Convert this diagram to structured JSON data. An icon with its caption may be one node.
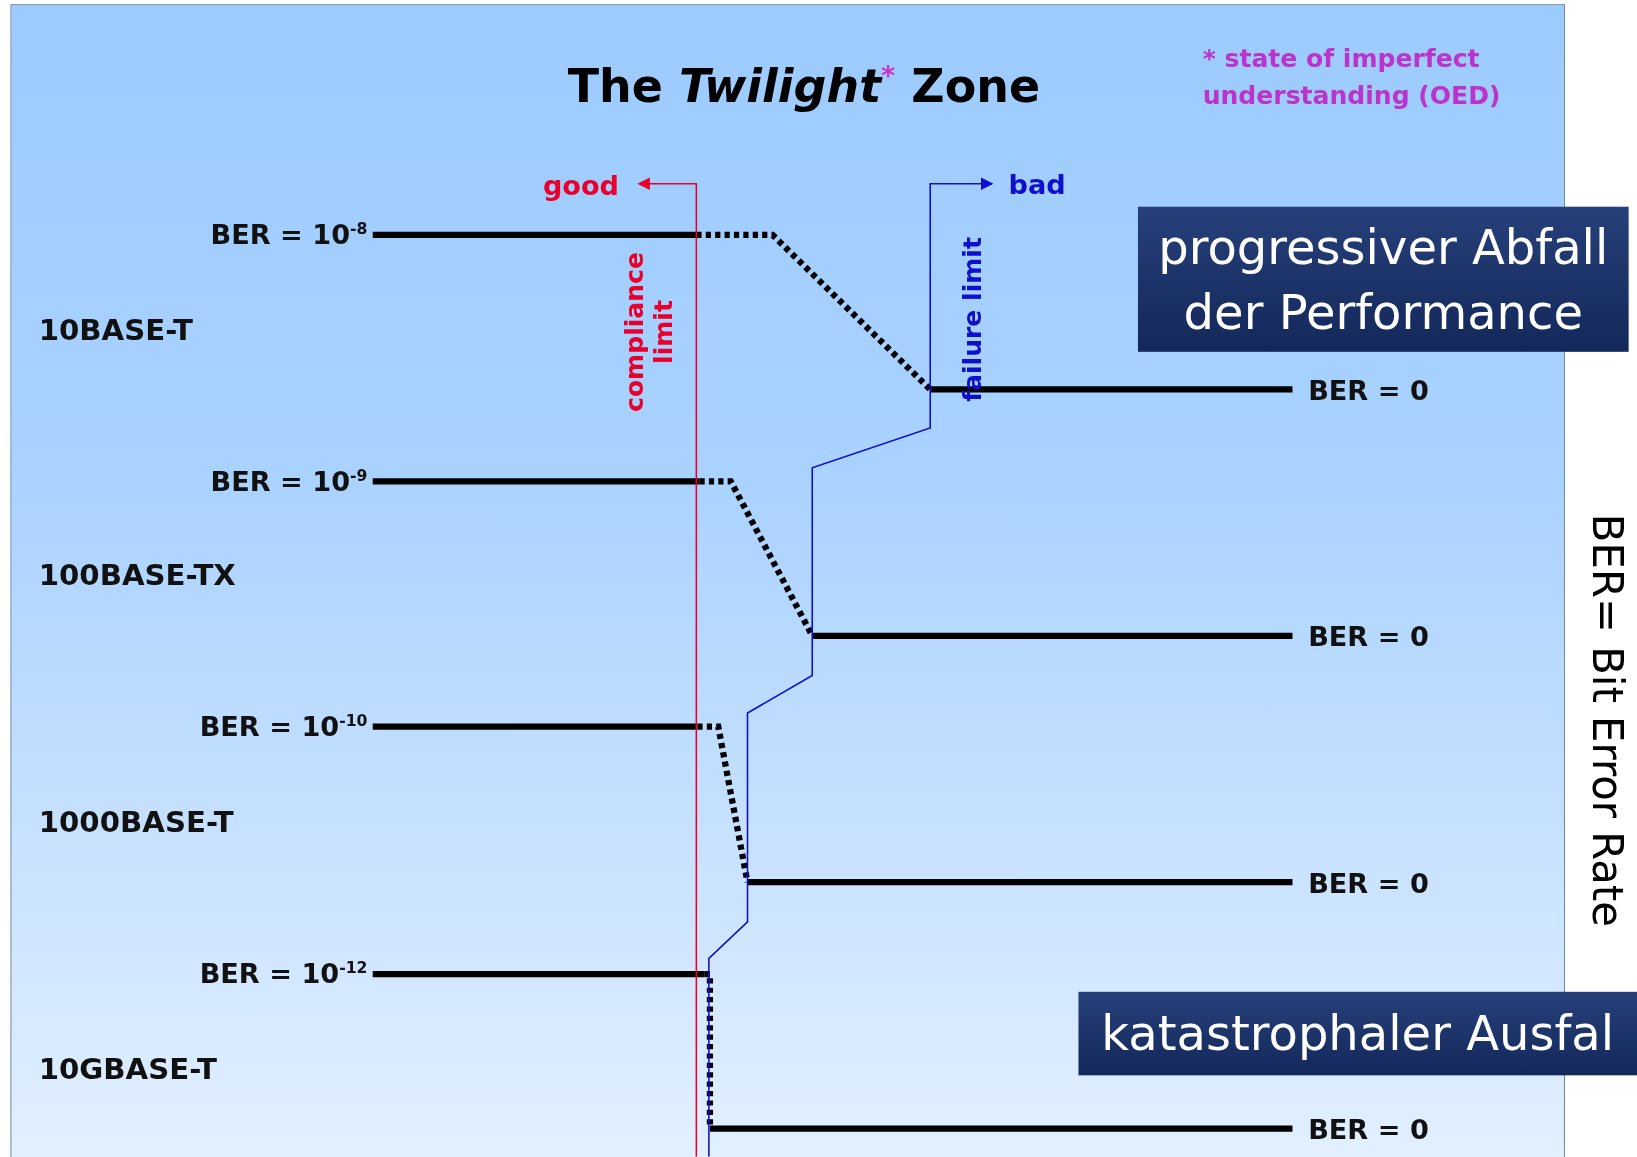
{
  "diagram": {
    "title": "The *Twilight*$^{*}$ Zone",
    "nodes": [
      {
        "text": [
          "progressiver Abfall der Performance"
        ]
      },
      {
        "text": [
          "katastrophaler Ausfal"
        ]
      }
    ],
    "labels": [
      "* state of imperfect understanding (OED)",
      "good",
      "bad",
      "BER = 10$^{-8}$",
      "compliance limit",
      "failure limit",
      "10BASE-T",
      "BER = 0",
      "BER = 10$^{-9}$",
      "100BASE-TX",
      "BER = 0",
      "BER = 10$^{-10}$",
      "1000BASE-T",
      "BER = 0",
      "BER = 10$^{-12}$",
      "10GBASE-T",
      "BER = 0",
      "BER= Bit Error Rate"
    ]
  }
}
